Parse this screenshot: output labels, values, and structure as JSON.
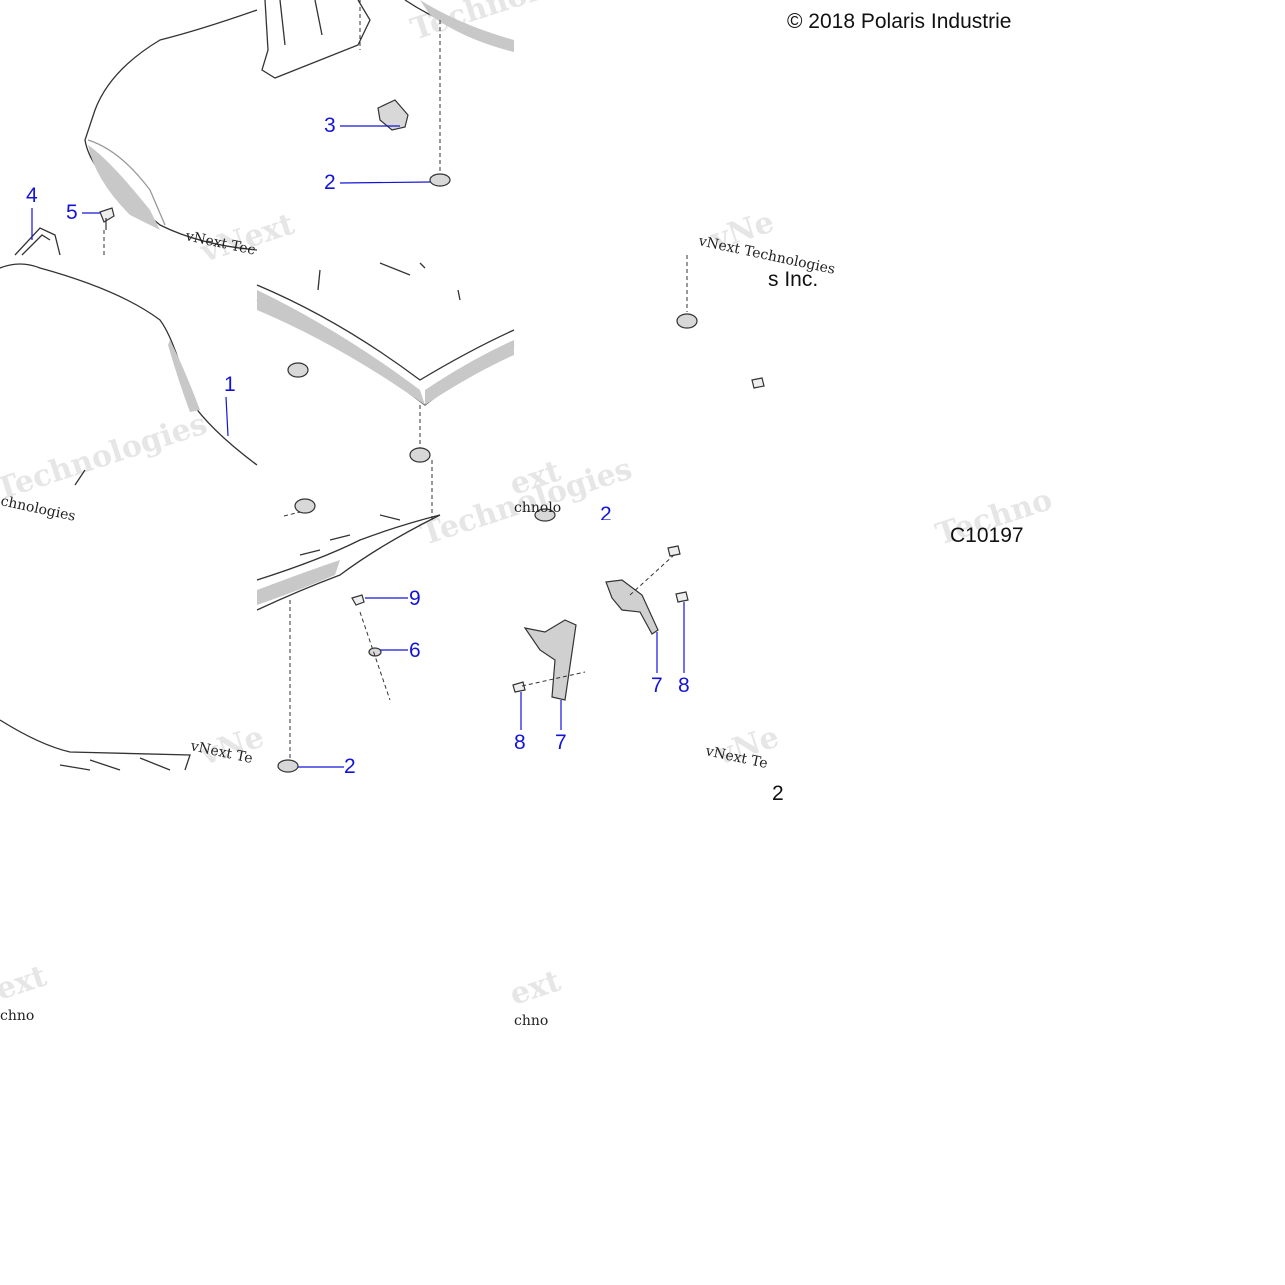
{
  "header": {
    "copyright": "© 2018 Polaris Industrie",
    "copyright_tail": "s Inc.",
    "drawing_code": "C10197",
    "stray_number": "2"
  },
  "watermark": {
    "small": "vNext Technologies",
    "big_top": "vNext",
    "big_bottom": "Technologies"
  },
  "callouts": {
    "c1": "1",
    "c2a": "2",
    "c2b": "2",
    "c2c": "2",
    "c3": "3",
    "c4": "4",
    "c5": "5",
    "c6": "6",
    "c7a": "7",
    "c7b": "7",
    "c8a": "8",
    "c8b": "8",
    "c9": "9"
  },
  "colors": {
    "callout": "#1414d8",
    "line": "#333333",
    "shade": "#c8c8c8"
  }
}
